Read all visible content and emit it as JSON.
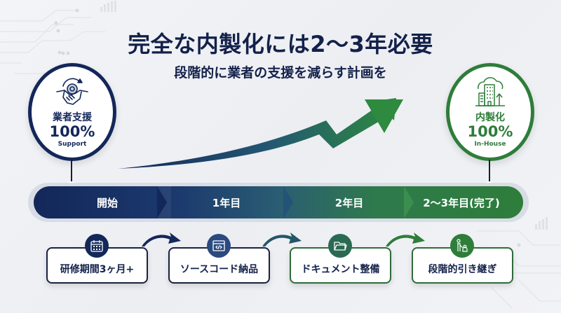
{
  "header": {
    "title": "完全な内製化には2〜3年必要",
    "subtitle": "段階的に業者の支援を減らす計画を"
  },
  "badges": {
    "start": {
      "icon": "handshake-gear-icon",
      "label": "業者支援",
      "percent": "100%",
      "caption": "Support",
      "color": "#13275a"
    },
    "end": {
      "icon": "building-cloud-icon",
      "label": "内製化",
      "percent": "100%",
      "caption": "In-House",
      "color": "#2e7d3a"
    }
  },
  "timeline": {
    "stages": [
      {
        "label": "開始"
      },
      {
        "label": "1年目"
      },
      {
        "label": "2年目"
      },
      {
        "label": "2〜3年目(完了)"
      }
    ],
    "gradient_start": "#13275a",
    "gradient_end": "#2e7d3a"
  },
  "steps": [
    {
      "label": "研修期間3ヶ月+",
      "icon": "calendar-icon",
      "color": "#13275a"
    },
    {
      "label": "ソースコード納品",
      "icon": "code-window-icon",
      "color": "#2a4a80"
    },
    {
      "label": "ドキュメント整備",
      "icon": "folder-icon",
      "color": "#2a6a52"
    },
    {
      "label": "段階的引き継ぎ",
      "icon": "handover-people-icon",
      "color": "#2e7d3a"
    }
  ]
}
